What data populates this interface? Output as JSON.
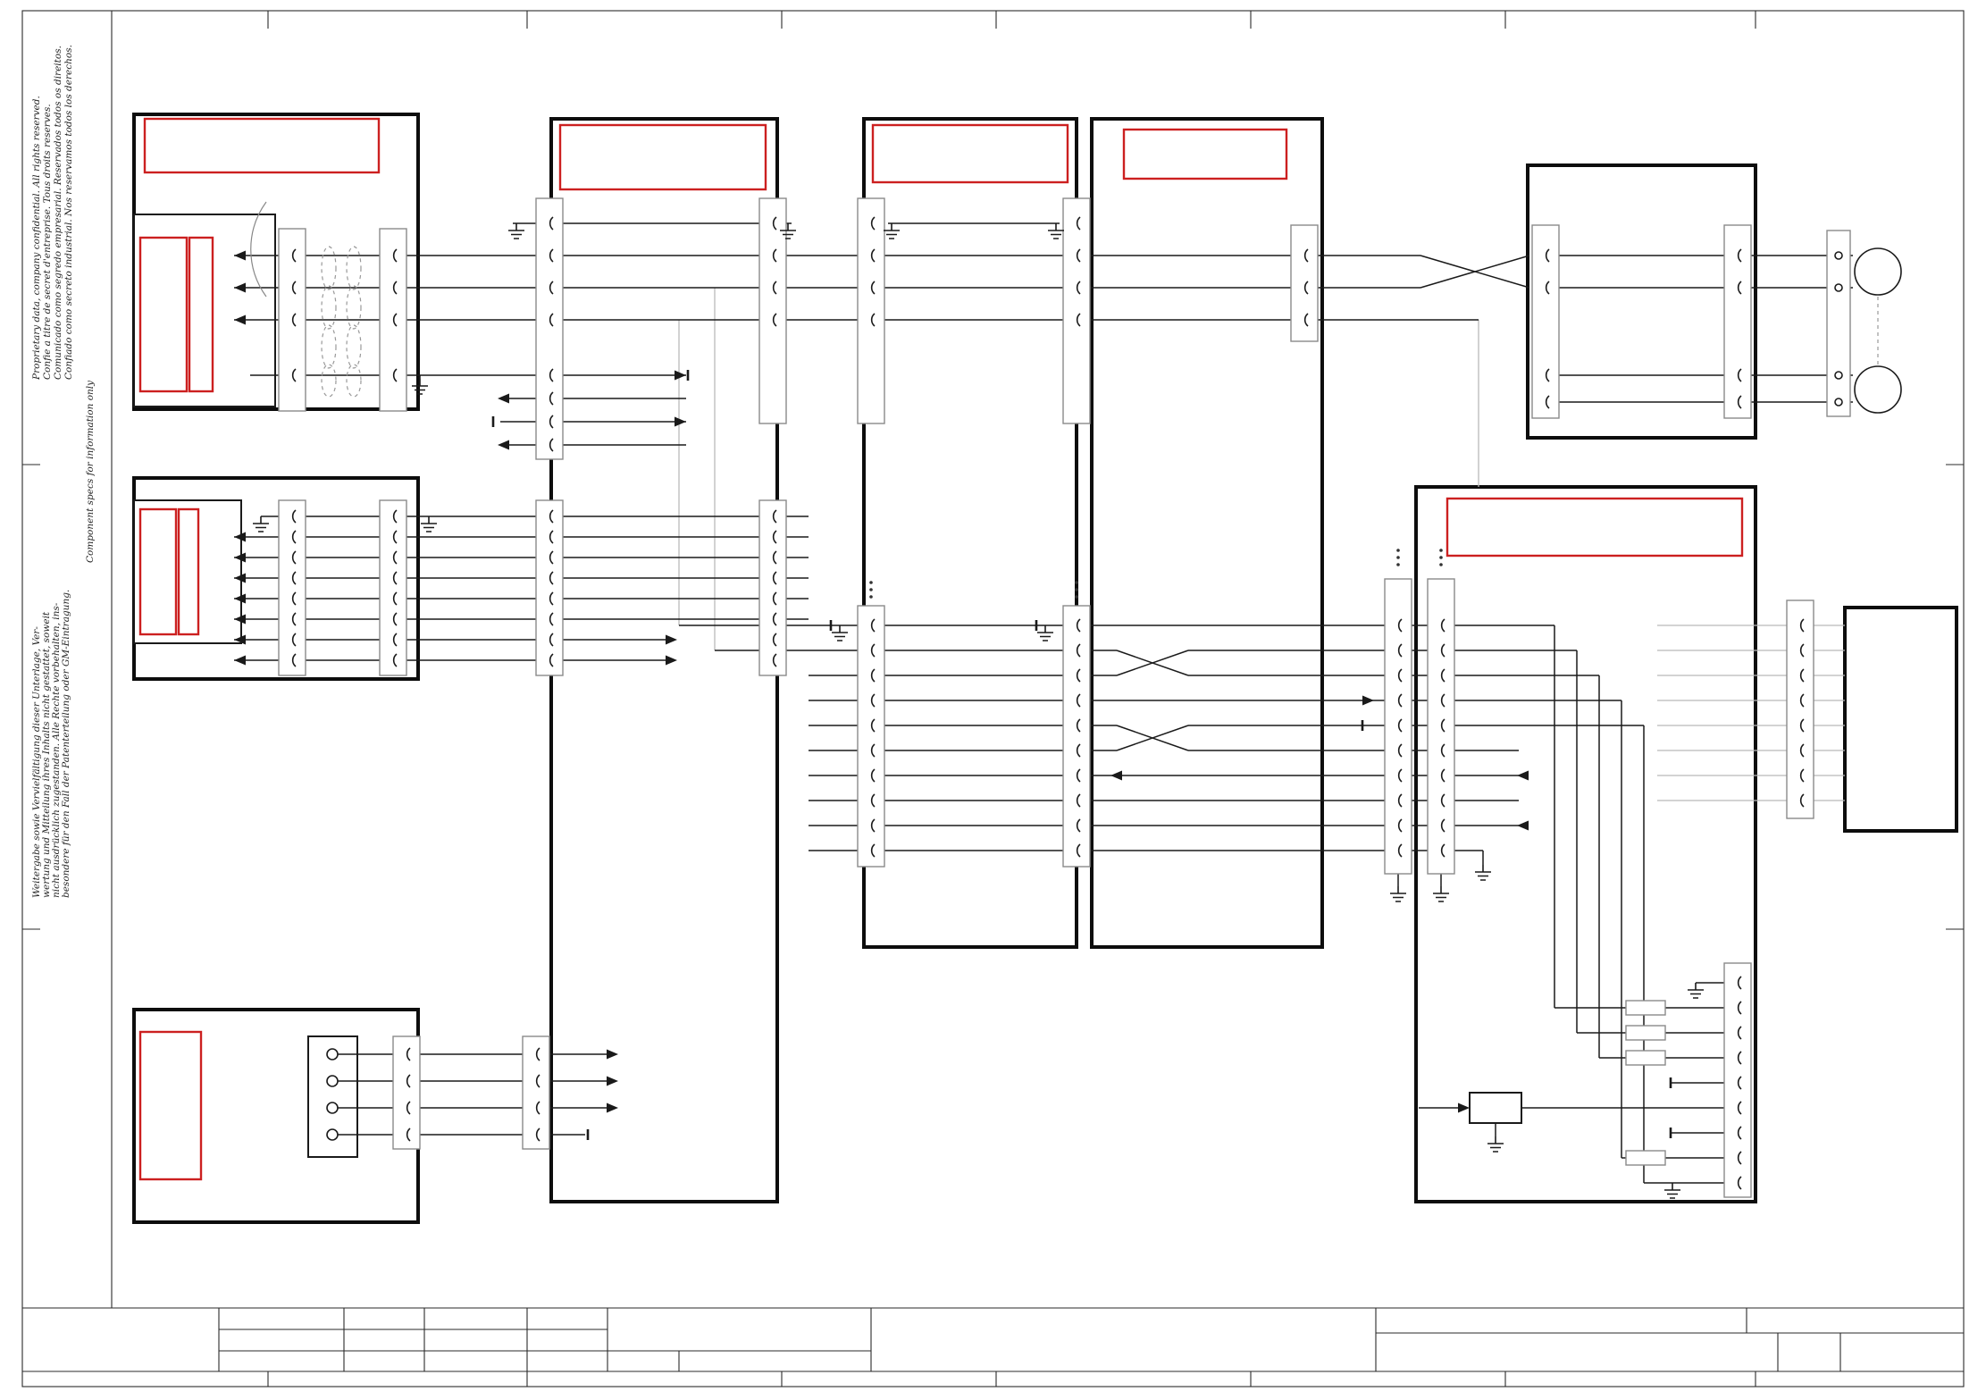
{
  "sheet": {
    "background": "#ffffff",
    "frame_color": "#2a2a2a"
  },
  "colors": {
    "red_box": "#cc2020",
    "wire_black": "#1a1a1a",
    "wire_gray": "#b9b9b9",
    "module_outline": "#0d0d0d",
    "strip_outline": "#8a8a8a"
  },
  "icons": {
    "ground_icon": "chassis-ground symbol",
    "arrow_icon": "signal-direction arrowhead",
    "twisted_pair_icon": "twisted-wire loops",
    "speaker_icon": "speaker circle"
  },
  "margin_notes": {
    "proprietary_lines": [
      "Proprietary data,  company  confidential.    All rights reserved.",
      "Confie a titre  de  secret  d'entreprise.   Tous  droits reserves.",
      "Comunicado como segredo empresarial.  Reservados todos os direitos.",
      "Confiado como secreto industrial. Nos reservamos todos los derechos."
    ],
    "component_note": "Component specs for information only",
    "german_lines": [
      "Weitergabe  sowie  Vervielfältigung dieser Unterlage, Ver-",
      "wertung und Mitteilung ihres Inhalts nicht gestattet, soweit",
      "nicht ausdrücklich zugestanden. Alle Rechte vorbehalten, ins-",
      "besondere für den Fall der Patenterteilung oder GM-Eintragung."
    ]
  }
}
